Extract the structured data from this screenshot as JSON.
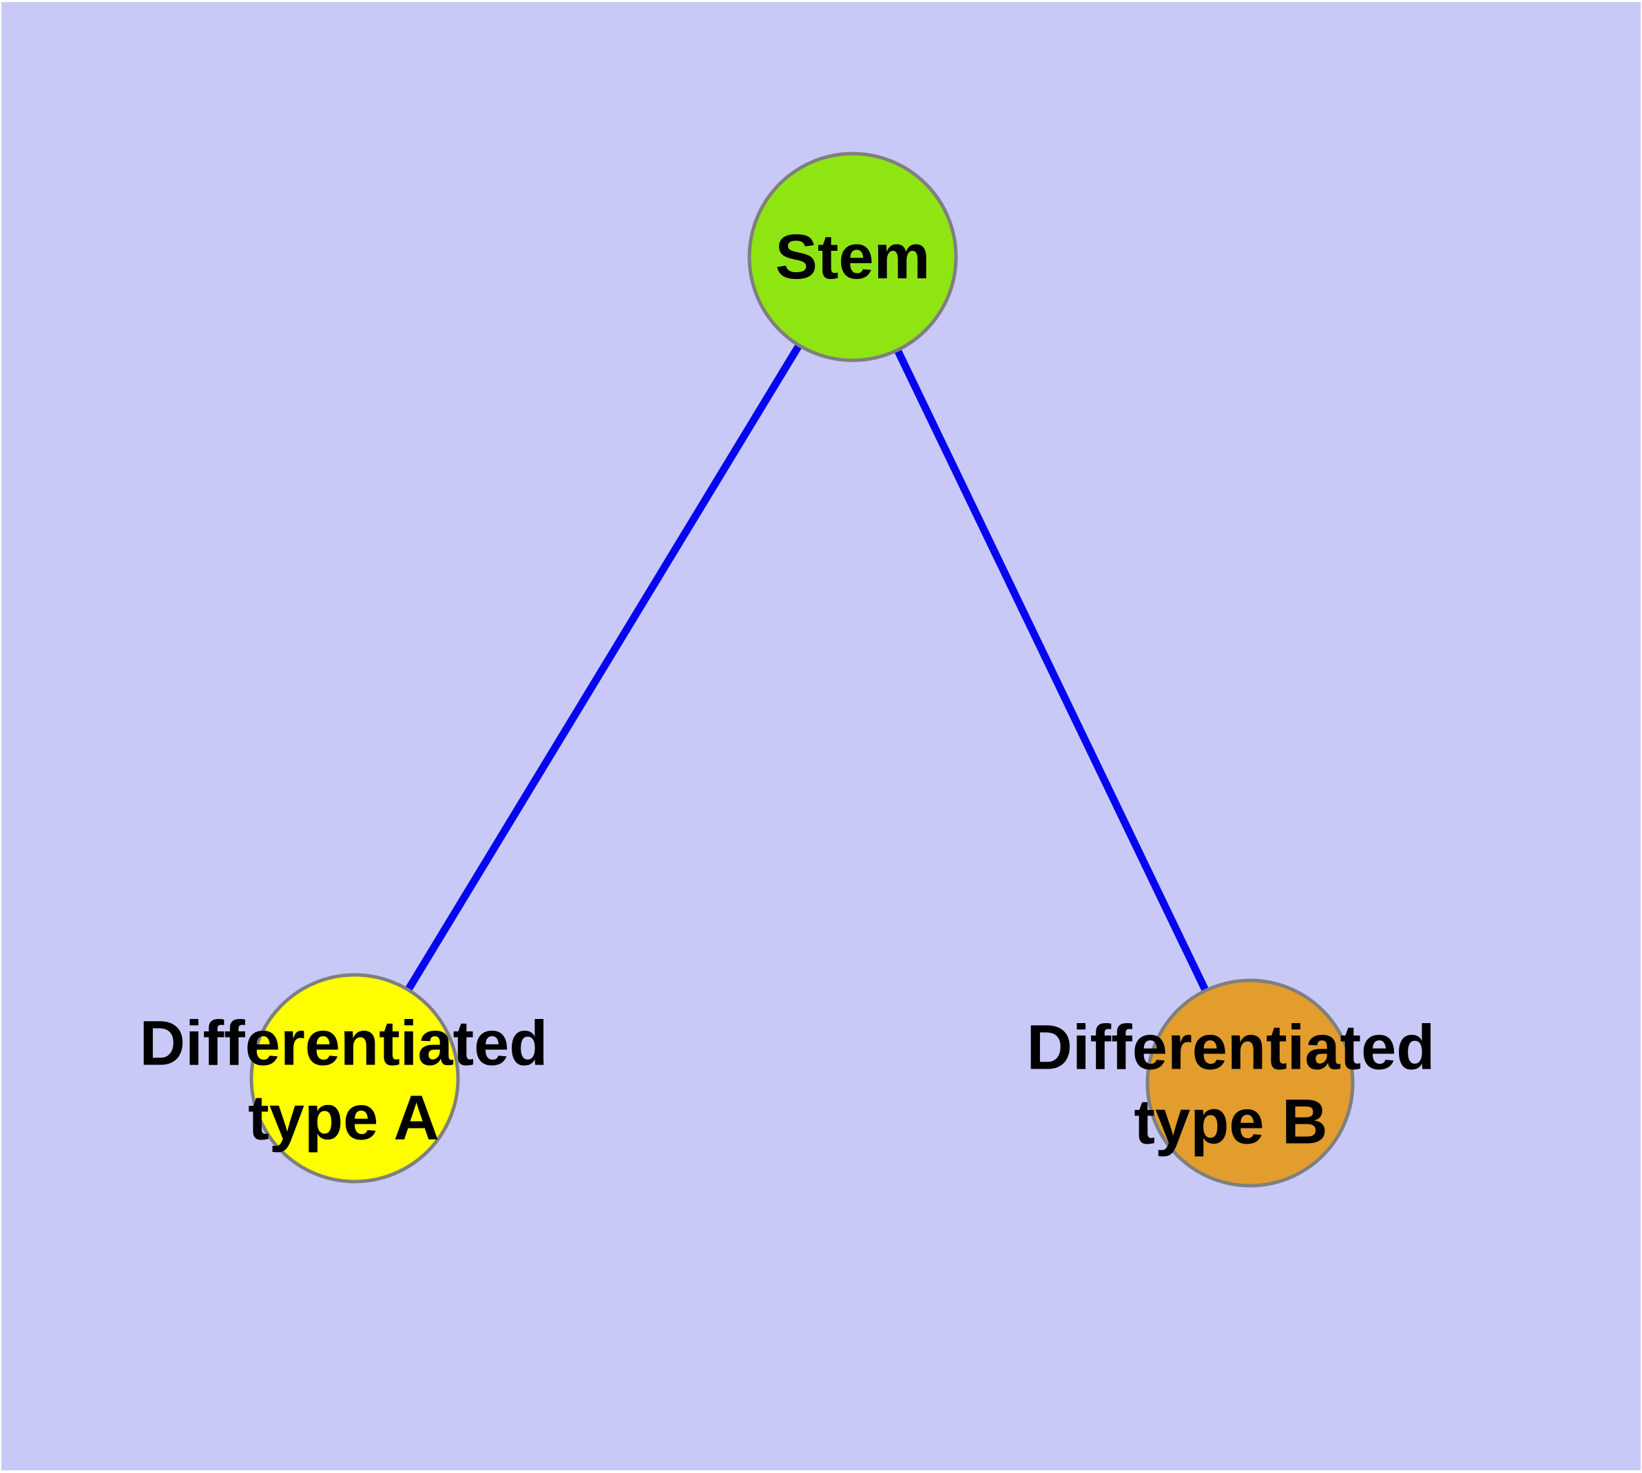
{
  "diagram": {
    "background_color": "#C9C9F7",
    "edge_color": "#0505F0",
    "node_border_color": "#7F7F7F",
    "label_color": "#000000",
    "nodes": {
      "stem": {
        "label": "Stem",
        "fill": "#8FE512"
      },
      "type_a": {
        "label_line1": "Differentiated",
        "label_line2": "type A",
        "fill": "#FFFF00"
      },
      "type_b": {
        "label_line1": "Differentiated",
        "label_line2": "type B",
        "fill": "#E39D2C"
      }
    },
    "edges": [
      {
        "from": "Stem",
        "to": "Differentiated type A"
      },
      {
        "from": "Stem",
        "to": "Differentiated type B"
      }
    ]
  }
}
